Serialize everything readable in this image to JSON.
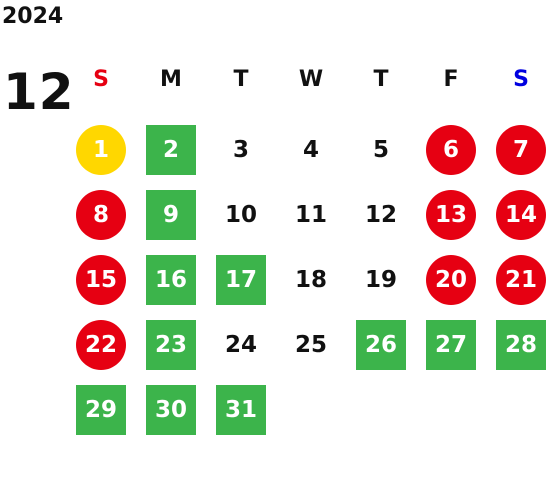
{
  "calendar": {
    "year": "2024",
    "month": "12",
    "weekdays": [
      {
        "label": "S",
        "color": "#e60012"
      },
      {
        "label": "M",
        "color": "#111111"
      },
      {
        "label": "T",
        "color": "#111111"
      },
      {
        "label": "W",
        "color": "#111111"
      },
      {
        "label": "T",
        "color": "#111111"
      },
      {
        "label": "F",
        "color": "#111111"
      },
      {
        "label": "S",
        "color": "#0000e0"
      }
    ],
    "colors": {
      "red": "#e60012",
      "green": "#3cb44b",
      "yellow": "#ffd700"
    },
    "days": [
      {
        "day": "1",
        "style": "yellow-circle"
      },
      {
        "day": "2",
        "style": "green-square"
      },
      {
        "day": "3",
        "style": "plain"
      },
      {
        "day": "4",
        "style": "plain"
      },
      {
        "day": "5",
        "style": "plain"
      },
      {
        "day": "6",
        "style": "red-circle"
      },
      {
        "day": "7",
        "style": "red-circle"
      },
      {
        "day": "8",
        "style": "red-circle"
      },
      {
        "day": "9",
        "style": "green-square"
      },
      {
        "day": "10",
        "style": "plain"
      },
      {
        "day": "11",
        "style": "plain"
      },
      {
        "day": "12",
        "style": "plain"
      },
      {
        "day": "13",
        "style": "red-circle"
      },
      {
        "day": "14",
        "style": "red-circle"
      },
      {
        "day": "15",
        "style": "red-circle"
      },
      {
        "day": "16",
        "style": "green-square"
      },
      {
        "day": "17",
        "style": "green-square"
      },
      {
        "day": "18",
        "style": "plain"
      },
      {
        "day": "19",
        "style": "plain"
      },
      {
        "day": "20",
        "style": "red-circle"
      },
      {
        "day": "21",
        "style": "red-circle"
      },
      {
        "day": "22",
        "style": "red-circle"
      },
      {
        "day": "23",
        "style": "green-square"
      },
      {
        "day": "24",
        "style": "plain"
      },
      {
        "day": "25",
        "style": "plain"
      },
      {
        "day": "26",
        "style": "green-square"
      },
      {
        "day": "27",
        "style": "green-square"
      },
      {
        "day": "28",
        "style": "green-square"
      },
      {
        "day": "29",
        "style": "green-square"
      },
      {
        "day": "30",
        "style": "green-square"
      },
      {
        "day": "31",
        "style": "green-square"
      }
    ]
  }
}
